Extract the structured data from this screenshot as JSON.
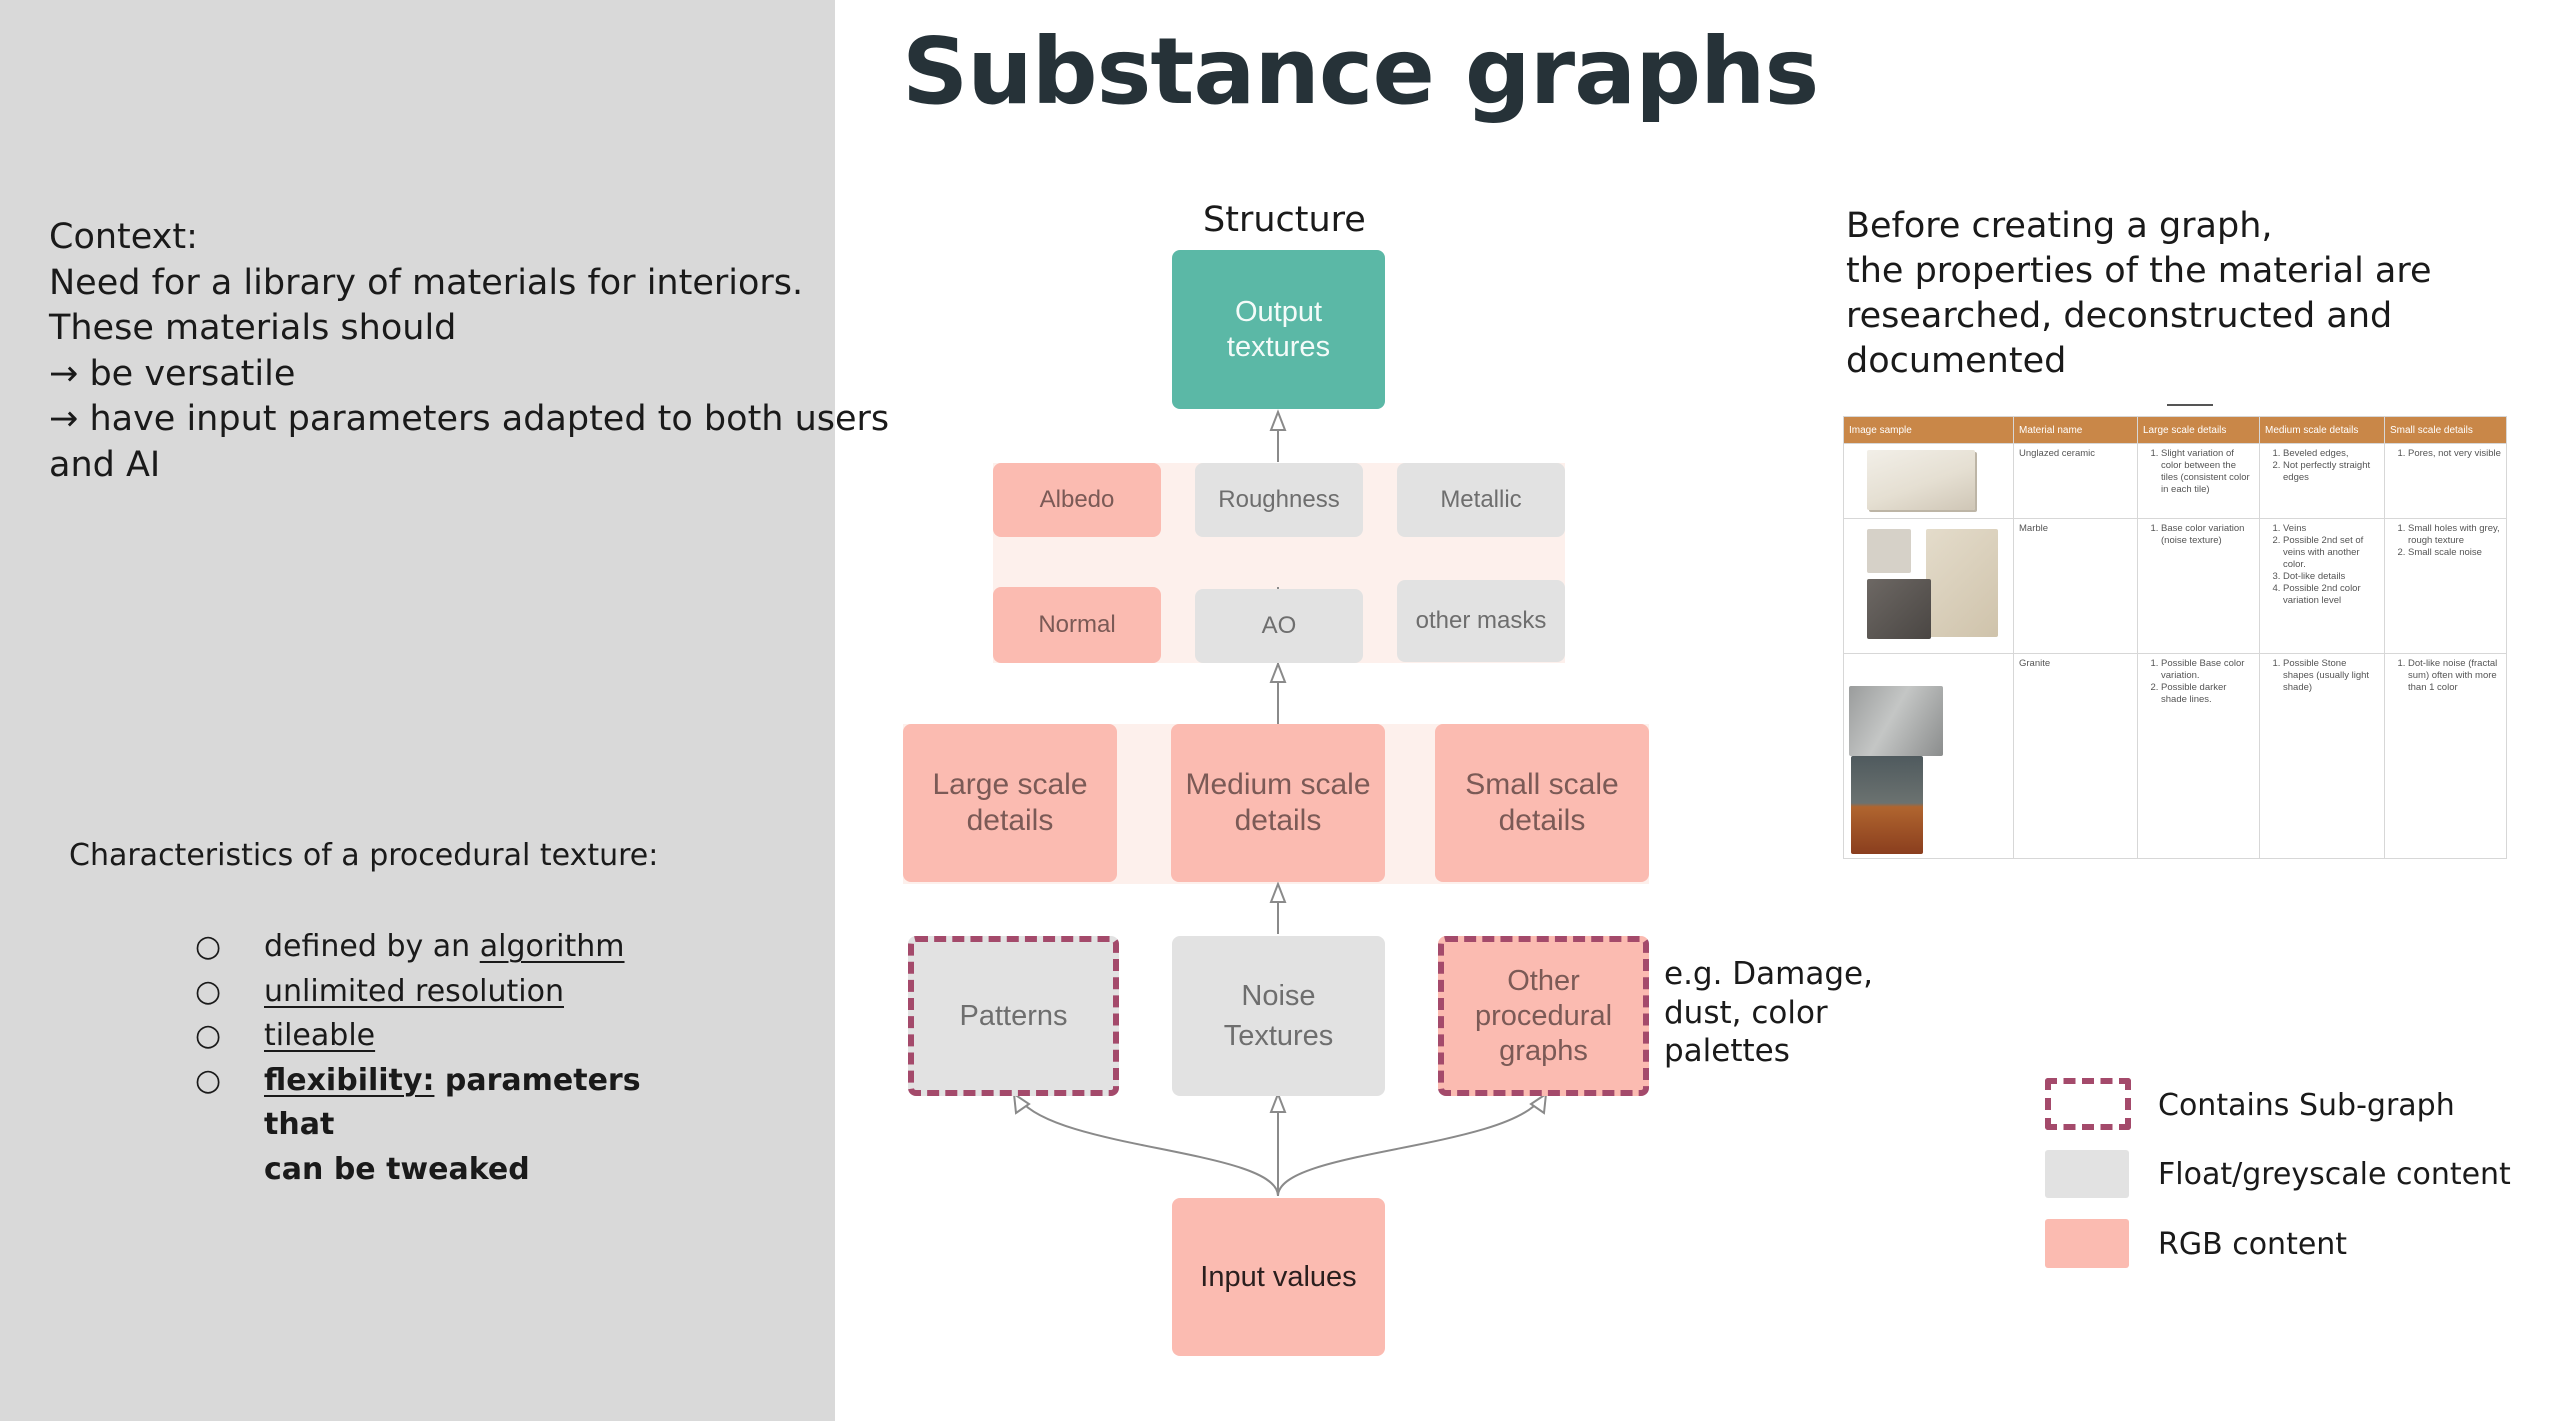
{
  "title": "Substance graphs",
  "context": {
    "lines": [
      "Context:",
      "Need for a library of materials for interiors.",
      "These materials should",
      "→ be versatile",
      "→ have input parameters adapted to both users",
      "and AI"
    ]
  },
  "characteristics": {
    "title": "Characteristics of a procedural texture:",
    "bullet": "○",
    "items": [
      {
        "prefix": "defined by an ",
        "link": "algorithm"
      },
      {
        "link": "unlimited resolution"
      },
      {
        "link": "tileable"
      },
      {
        "bold_link": "flexibility:",
        "bold_rest_1": " parameters that",
        "bold_rest_2": "can be tweaked"
      }
    ]
  },
  "diagram": {
    "structure_label": "Structure",
    "output": {
      "line1": "Output",
      "line2": "textures"
    },
    "maps": [
      "Albedo",
      "Roughness",
      "Metallic",
      "Normal",
      "AO",
      "other masks"
    ],
    "scales": [
      {
        "line1": "Large scale",
        "line2": "details"
      },
      {
        "line1": "Medium scale",
        "line2": "details"
      },
      {
        "line1": "Small scale",
        "line2": "details"
      }
    ],
    "sources": {
      "patterns": "Patterns",
      "noise": {
        "line1": "Noise",
        "line2": "Textures"
      },
      "other": {
        "line1": "Other",
        "line2": "procedural",
        "line3": "graphs"
      }
    },
    "input": "Input values",
    "example_note": {
      "line1": "e.g. Damage,",
      "line2": "dust, color",
      "line3": "palettes"
    }
  },
  "research": {
    "lines": [
      "Before creating a graph,",
      "the properties of the material are",
      "researched, deconstructed and",
      "documented"
    ]
  },
  "table": {
    "header_color": "#c98748",
    "headers": [
      "Image sample",
      "Material name",
      "Large scale details",
      "Medium scale details",
      "Small scale details"
    ],
    "rows": [
      {
        "name": "Unglazed ceramic",
        "large": [
          "Slight variation of color between the tiles (consistent color in each tile)"
        ],
        "medium": [
          "Beveled edges,",
          "Not perfectly straight edges"
        ],
        "small": [
          "Pores, not very visible"
        ]
      },
      {
        "name": "Marble",
        "large": [
          "Base color variation (noise texture)"
        ],
        "medium": [
          "Veins",
          "Possible 2nd set of veins with another color.",
          "Dot-like details",
          "Possible 2nd color variation level"
        ],
        "small": [
          "Small holes with grey, rough texture",
          "Small scale noise"
        ]
      },
      {
        "name": "Granite",
        "large": [
          "Possible Base color variation.",
          "Possible darker shade lines."
        ],
        "medium": [
          "Possible Stone shapes (usually light shade)"
        ],
        "small": [
          "Dot-like noise (fractal sum) often with more than 1 color"
        ]
      }
    ]
  },
  "legend": {
    "items": [
      "Contains Sub-graph",
      "Float/greyscale content",
      "RGB content"
    ],
    "colors": {
      "subgraph": "#a44a6b",
      "grey": "#e2e2e2",
      "rgb": "#fbbbb1"
    }
  },
  "colors": {
    "output": "#5bb8a6",
    "rgb": "#fbbbb1",
    "grey": "#e2e2e2",
    "left_panel": "#d9d9d9"
  }
}
